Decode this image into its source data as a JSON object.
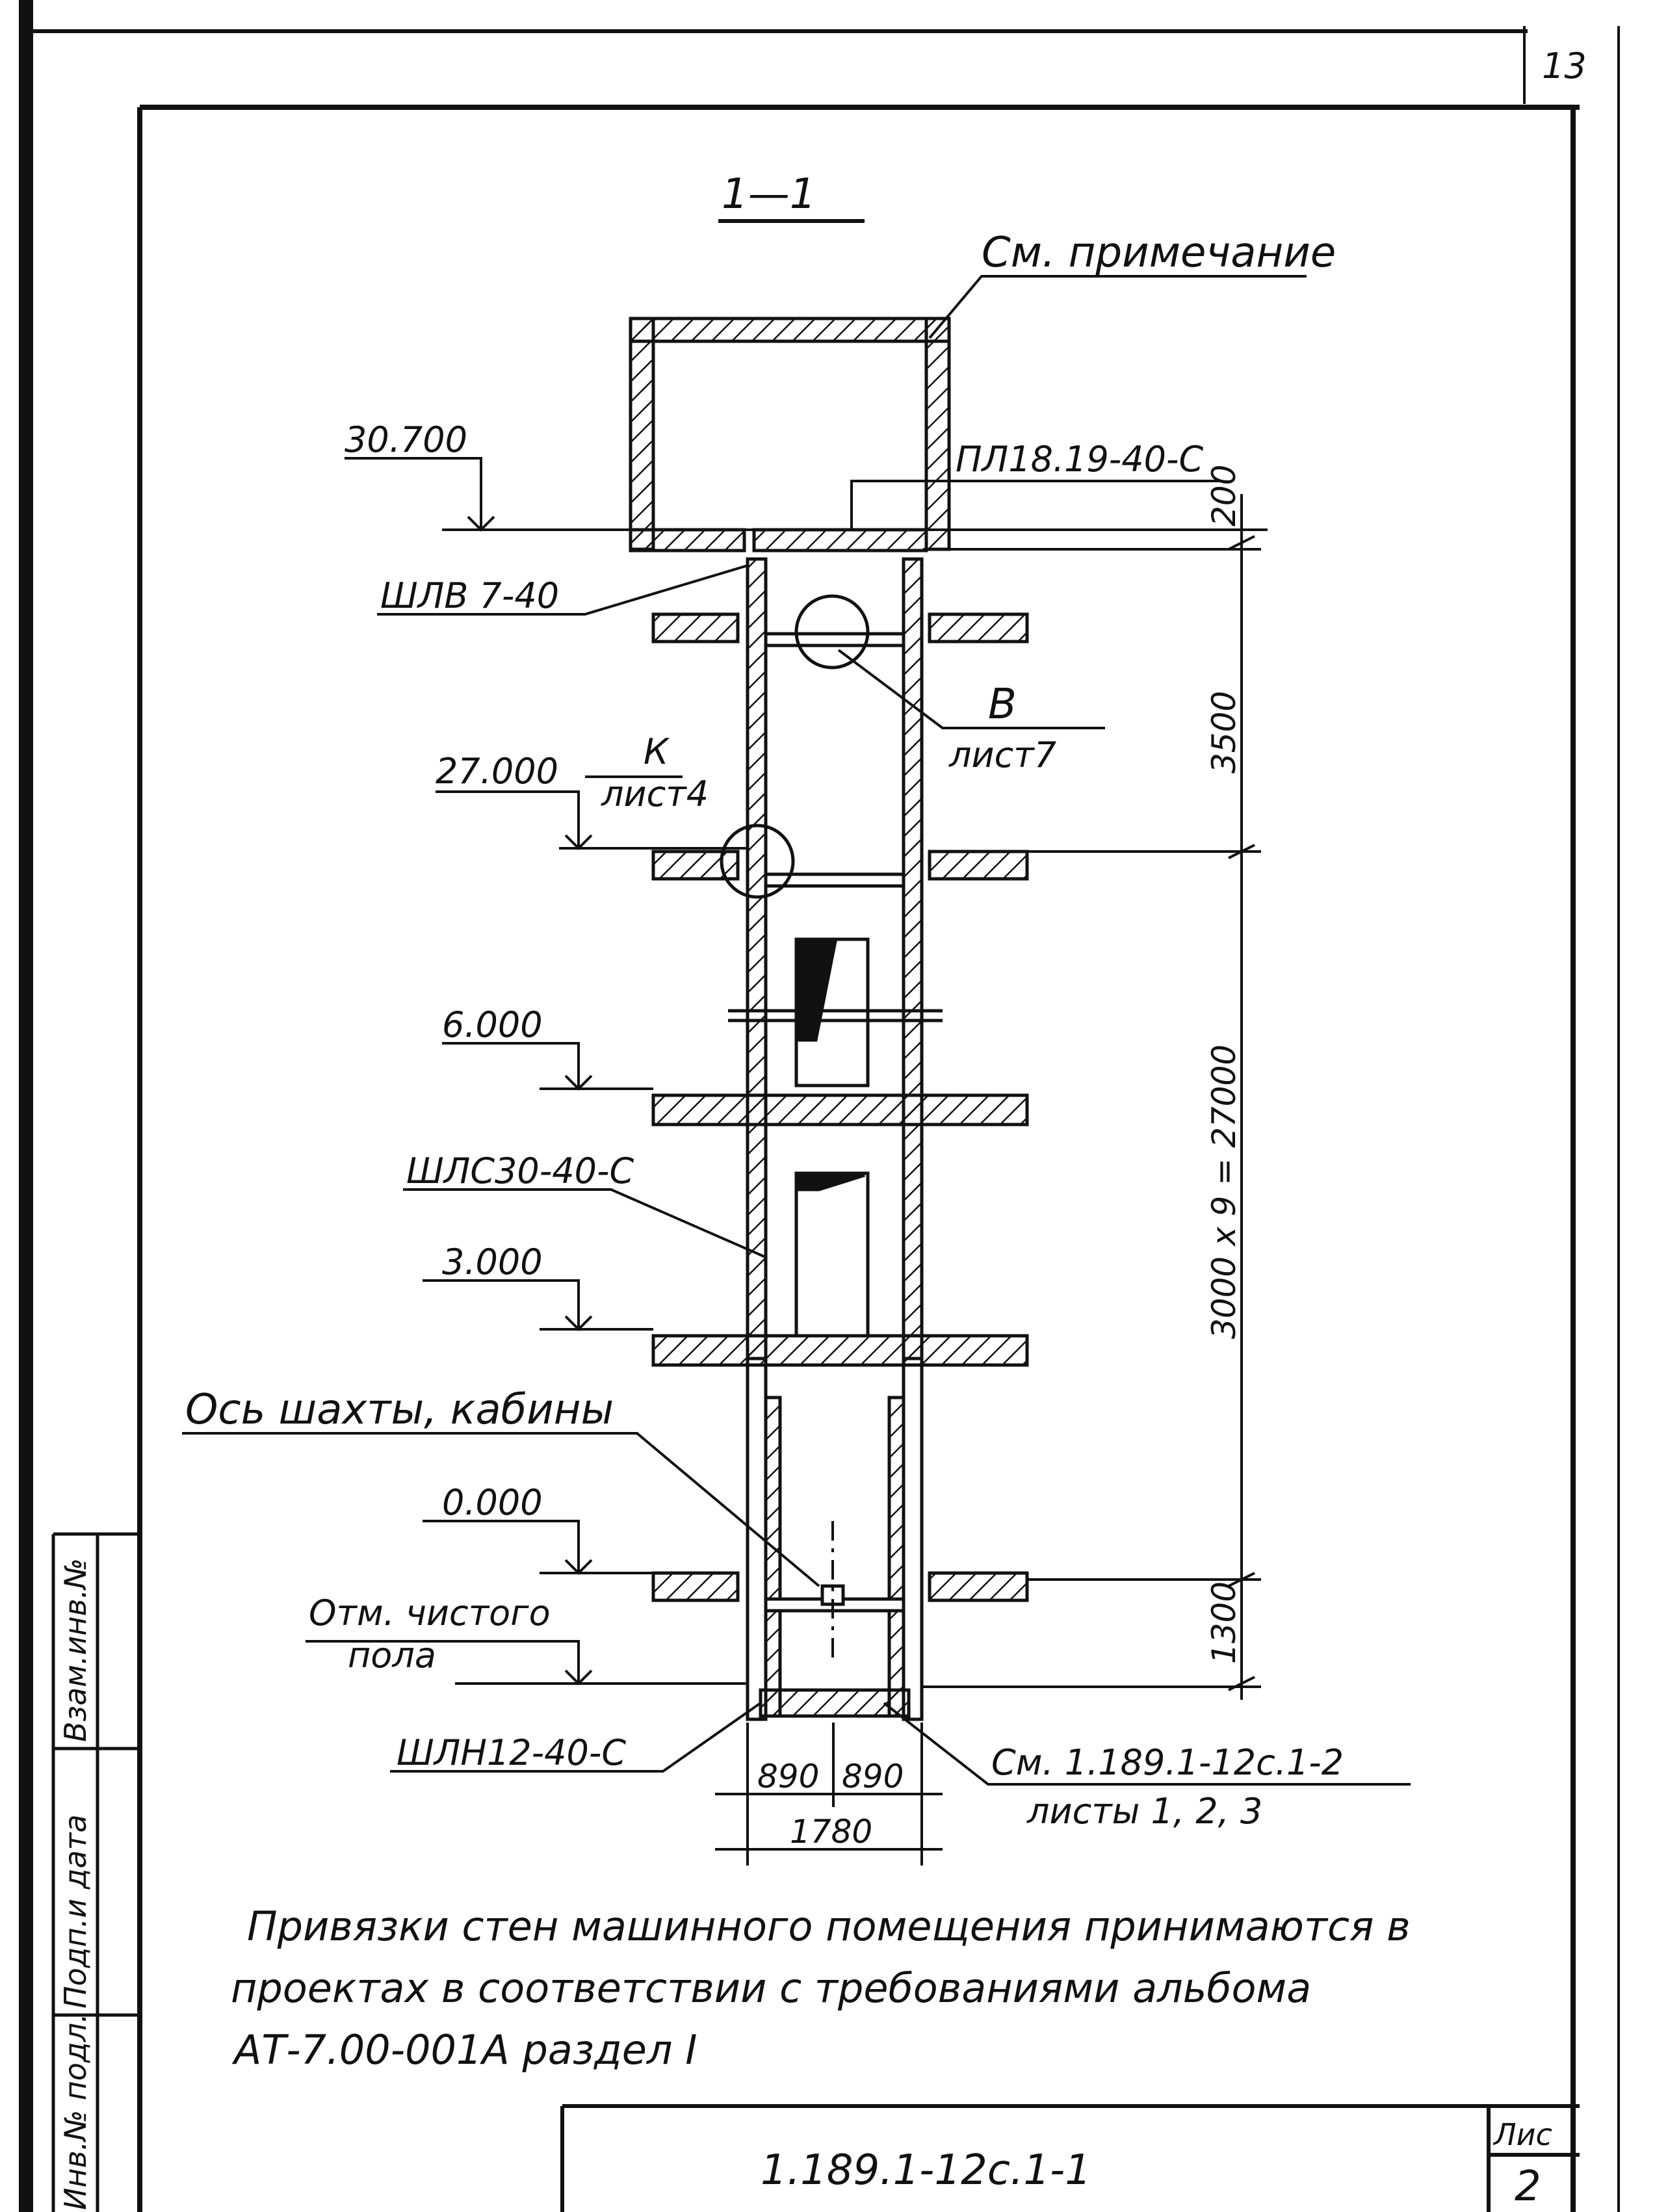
{
  "page_number_mark": "13",
  "section": {
    "title": "1—1"
  },
  "callouts": {
    "see_note": "См. примечание",
    "slab": "ПЛ18.19-40-С",
    "upper_wall_block": "ШЛВ 7-40",
    "node_b": "В",
    "node_b_sheet": "лист7",
    "node_k": "К",
    "node_k_sheet": "лист4",
    "mid_wall_block": "ШЛС30-40-С",
    "shaft_axis": "Ось шахты, кабины",
    "finish_floor_line1": "Отм. чистого",
    "finish_floor_line2": "пола",
    "pit_block": "ШЛН12-40-С",
    "ref_doc": "См. 1.189.1-12с.1-2",
    "ref_sheets": "листы 1, 2, 3"
  },
  "elevations": [
    "30.700",
    "27.000",
    "6.000",
    "3.000",
    "0.000"
  ],
  "dimensions": {
    "top": "200",
    "upper": "3500",
    "middle": "3000 x 9 = 27000",
    "pit": "1300",
    "half_left": "890",
    "half_right": "890",
    "total_width": "1780"
  },
  "note": {
    "line1": "Привязки стен машинного помещения принимаются в",
    "line2": "проектах в соответствии с требованиями альбома",
    "line3": "АТ-7.00-001А раздел I"
  },
  "side_stamp": {
    "cell1": "Взам.инв.№",
    "cell2": "Подп.и дата",
    "cell3": "Инв.№ подл."
  },
  "title_block": {
    "doc_code": "1.189.1-12с.1-1",
    "sheet_label": "Лис",
    "sheet_number": "2"
  }
}
